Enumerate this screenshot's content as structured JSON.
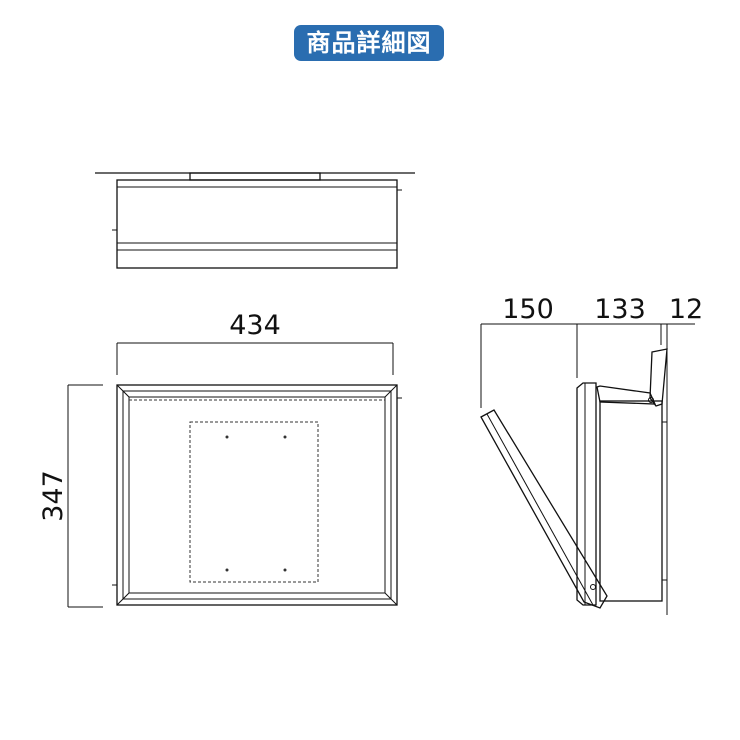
{
  "header": {
    "badge_label": "商品詳細図",
    "badge_color": "#2a6db0"
  },
  "front_view": {
    "width_label": "434",
    "height_label": "347"
  },
  "side_view": {
    "door_open_label": "150",
    "depth_label": "133",
    "flap_label": "12"
  }
}
